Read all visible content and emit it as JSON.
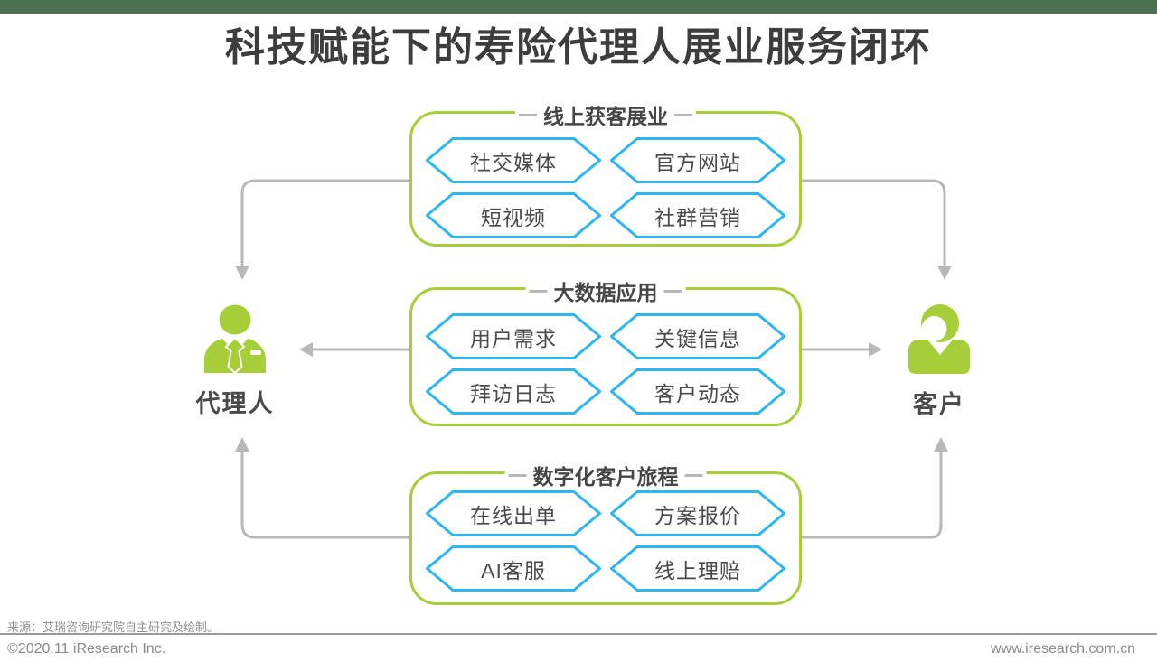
{
  "title": "科技赋能下的寿险代理人展业服务闭环",
  "colors": {
    "topbar_green": "#4b7152",
    "lime": "#a6ce39",
    "cyan": "#2db7ee",
    "arrow_gray": "#b8b8b8",
    "text_dark": "#3d3d3d"
  },
  "actors": {
    "agent": {
      "label": "代理人"
    },
    "customer": {
      "label": "客户"
    }
  },
  "groups": [
    {
      "title": "线上获客展业",
      "items": [
        "社交媒体",
        "官方网站",
        "短视频",
        "社群营销"
      ]
    },
    {
      "title": "大数据应用",
      "items": [
        "用户需求",
        "关键信息",
        "拜访日志",
        "客户动态"
      ]
    },
    {
      "title": "数字化客户旅程",
      "items": [
        "在线出单",
        "方案报价",
        "AI客服",
        "线上理赔"
      ]
    }
  ],
  "footer": {
    "source": "来源：艾瑞咨询研究院自主研究及绘制。",
    "copyright": "©2020.11 iResearch Inc.",
    "website": "www.iresearch.com.cn"
  }
}
